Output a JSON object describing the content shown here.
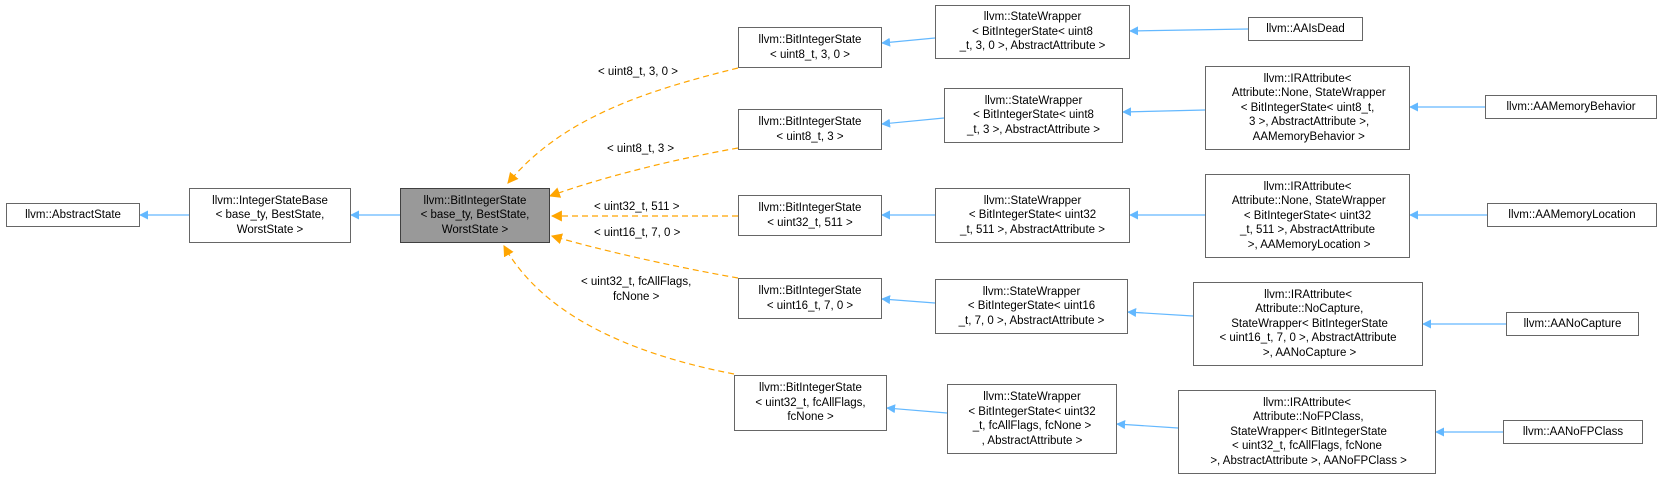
{
  "colors": {
    "inherit_edge": "#63b8ff",
    "template_edge": "#ffa500",
    "node_border": "#666666",
    "current_fill": "#999999"
  },
  "nodes": {
    "abstract_state": {
      "label": "llvm::AbstractState"
    },
    "integer_state_base": {
      "label": "llvm::IntegerStateBase\n< base_ty, BestState,\nWorstState >"
    },
    "bit_integer_state": {
      "label": "llvm::BitIntegerState\n< base_ty, BestState,\nWorstState >"
    },
    "bis_uint8_3_0": {
      "label": "llvm::BitIntegerState\n< uint8_t, 3, 0 >"
    },
    "bis_uint8_3": {
      "label": "llvm::BitIntegerState\n< uint8_t, 3 >"
    },
    "bis_uint32_511": {
      "label": "llvm::BitIntegerState\n< uint32_t, 511 >"
    },
    "bis_uint16_7_0": {
      "label": "llvm::BitIntegerState\n< uint16_t, 7, 0 >"
    },
    "bis_uint32_fc": {
      "label": "llvm::BitIntegerState\n< uint32_t, fcAllFlags,\nfcNone >"
    },
    "sw_uint8_3_0": {
      "label": "llvm::StateWrapper\n< BitIntegerState< uint8\n_t, 3, 0 >, AbstractAttribute >"
    },
    "sw_uint8_3": {
      "label": "llvm::StateWrapper\n< BitIntegerState< uint8\n_t, 3 >, AbstractAttribute >"
    },
    "sw_uint32_511": {
      "label": "llvm::StateWrapper\n< BitIntegerState< uint32\n_t, 511 >, AbstractAttribute >"
    },
    "sw_uint16_7_0": {
      "label": "llvm::StateWrapper\n< BitIntegerState< uint16\n_t, 7, 0 >, AbstractAttribute >"
    },
    "sw_uint32_fc": {
      "label": "llvm::StateWrapper\n< BitIntegerState< uint32\n_t, fcAllFlags, fcNone >\n, AbstractAttribute >"
    },
    "aa_is_dead": {
      "label": "llvm::AAIsDead"
    },
    "ir_mem_behavior": {
      "label": "llvm::IRAttribute<\n Attribute::None, StateWrapper\n< BitIntegerState< uint8_t,\n 3 >, AbstractAttribute >,\n AAMemoryBehavior >"
    },
    "ir_mem_location": {
      "label": "llvm::IRAttribute<\n Attribute::None, StateWrapper\n< BitIntegerState< uint32\n_t, 511 >, AbstractAttribute\n >, AAMemoryLocation >"
    },
    "ir_no_capture": {
      "label": "llvm::IRAttribute<\n Attribute::NoCapture,\n StateWrapper< BitIntegerState\n< uint16_t, 7, 0 >, AbstractAttribute\n >, AANoCapture >"
    },
    "ir_no_fpclass": {
      "label": "llvm::IRAttribute<\n Attribute::NoFPClass,\n StateWrapper< BitIntegerState\n< uint32_t, fcAllFlags, fcNone\n >, AbstractAttribute >, AANoFPClass >"
    },
    "aa_memory_behavior": {
      "label": "llvm::AAMemoryBehavior"
    },
    "aa_memory_location": {
      "label": "llvm::AAMemoryLocation"
    },
    "aa_no_capture": {
      "label": "llvm::AANoCapture"
    },
    "aa_no_fpclass": {
      "label": "llvm::AANoFPClass"
    }
  },
  "edge_labels": {
    "uint8_3_0": "< uint8_t, 3, 0 >",
    "uint8_3": "< uint8_t, 3 >",
    "uint32_511": "< uint32_t, 511 >",
    "uint16_7_0": "< uint16_t, 7, 0 >",
    "uint32_fc": "< uint32_t, fcAllFlags,\nfcNone >"
  }
}
